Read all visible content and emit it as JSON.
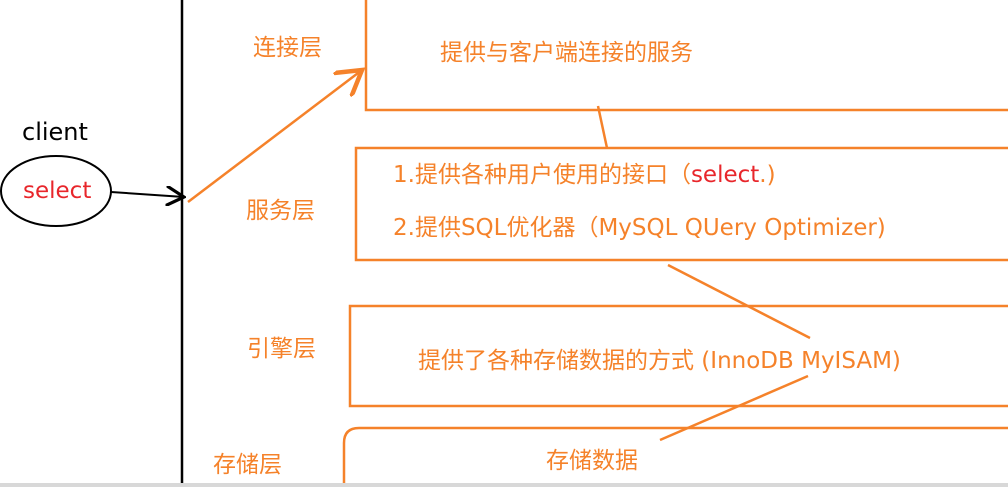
{
  "client": {
    "label": "client",
    "query": "select"
  },
  "layers": [
    {
      "name": "连接层",
      "desc": "提供与客户端连接的服务"
    },
    {
      "name": "服务层",
      "desc_lines": [
        "1.提供各种用户使用的接口（",
        "select",
        ".)",
        "2.提供SQL优化器（MySQL QUery Optimizer)"
      ]
    },
    {
      "name": "引擎层",
      "desc": "提供了各种存储数据的方式 (InnoDB  MyISAM)"
    },
    {
      "name": "存储层",
      "desc": "存储数据"
    }
  ],
  "colors": {
    "accent": "#f5822a",
    "query": "#e8262b",
    "line": "#000000"
  }
}
